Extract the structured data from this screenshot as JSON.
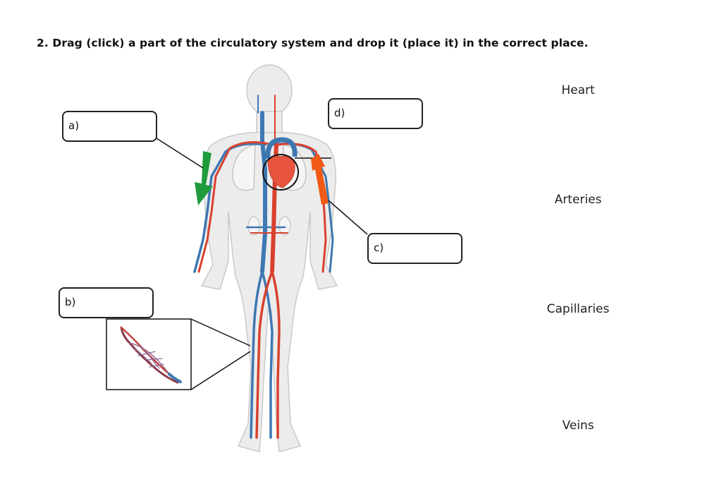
{
  "instruction": "2. Drag (click) a part of the circulatory system and drop it (place it) in the correct place.",
  "drop_zones": [
    {
      "label": "a)"
    },
    {
      "label": "b)"
    },
    {
      "label": "c)"
    },
    {
      "label": "d)"
    }
  ],
  "answers": [
    "Heart",
    "Arteries",
    "Capillaries",
    "Veins"
  ],
  "colors": {
    "artery": "#d9412e",
    "vein": "#3e78b2",
    "arrow_vein": "#1f9a3c",
    "arrow_artery": "#f05a14",
    "heart": "#e8553f"
  }
}
